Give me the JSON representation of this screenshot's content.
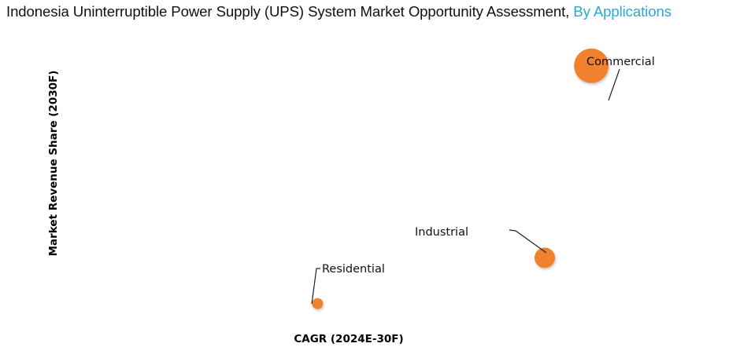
{
  "chart_data": {
    "type": "scatter",
    "subtype": "bubble",
    "title": "Indonesia Uninterruptible Power Supply (UPS) System Market Opportunity Assessment,",
    "title_accent": "By Applications",
    "xlabel": "CAGR (2024E-30F)",
    "ylabel": "Market Revenue Share (2030F)",
    "axes_visible": false,
    "grid": false,
    "xlim": [
      0,
      100
    ],
    "ylim": [
      0,
      100
    ],
    "bubble_color": "#f0812f",
    "accent_color": "#2ea7d8",
    "points": [
      {
        "name": "Commercial",
        "x": 88,
        "y": 88,
        "size": 22
      },
      {
        "name": "Industrial",
        "x": 80,
        "y": 21,
        "size": 13
      },
      {
        "name": "Residential",
        "x": 41,
        "y": 5,
        "size": 7
      }
    ]
  }
}
